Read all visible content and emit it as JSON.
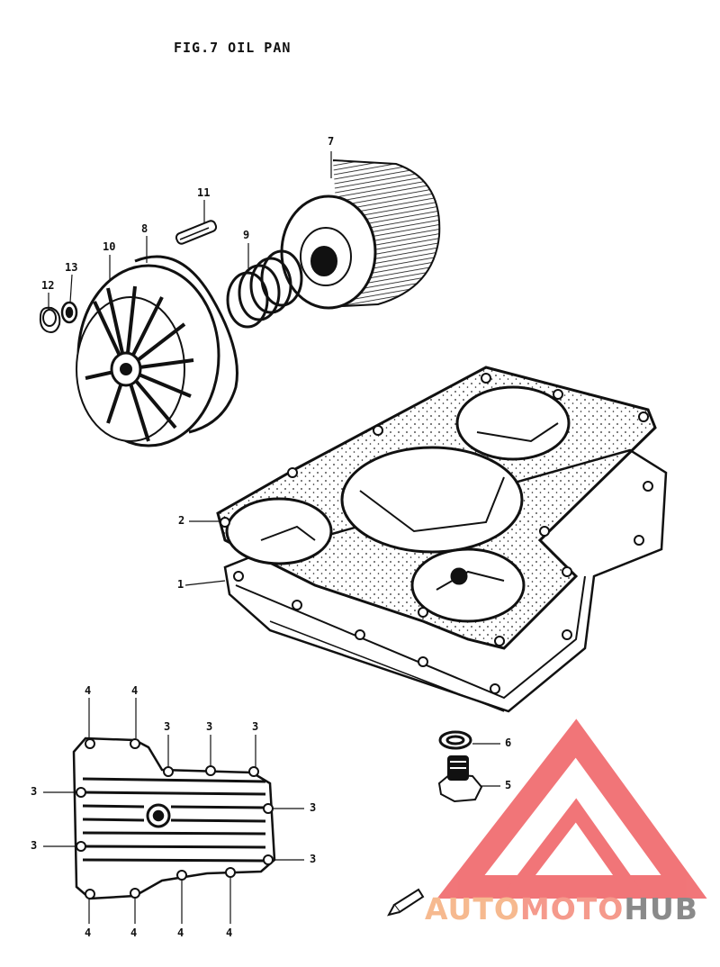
{
  "title": "FIG.7 OIL PAN",
  "part_numbers": [
    "1",
    "2",
    "3",
    "4",
    "5",
    "6",
    "7",
    "8",
    "9",
    "10",
    "11",
    "12",
    "13"
  ],
  "watermark": {
    "part1": "AUTO",
    "part2": "MOTO",
    "part3": "HUB"
  },
  "colors": {
    "line": "#111111",
    "paper": "#ffffff",
    "watermark_red": "#f0676a",
    "watermark_orange": "#f6b98f",
    "watermark_grey": "#8a8a8a"
  }
}
